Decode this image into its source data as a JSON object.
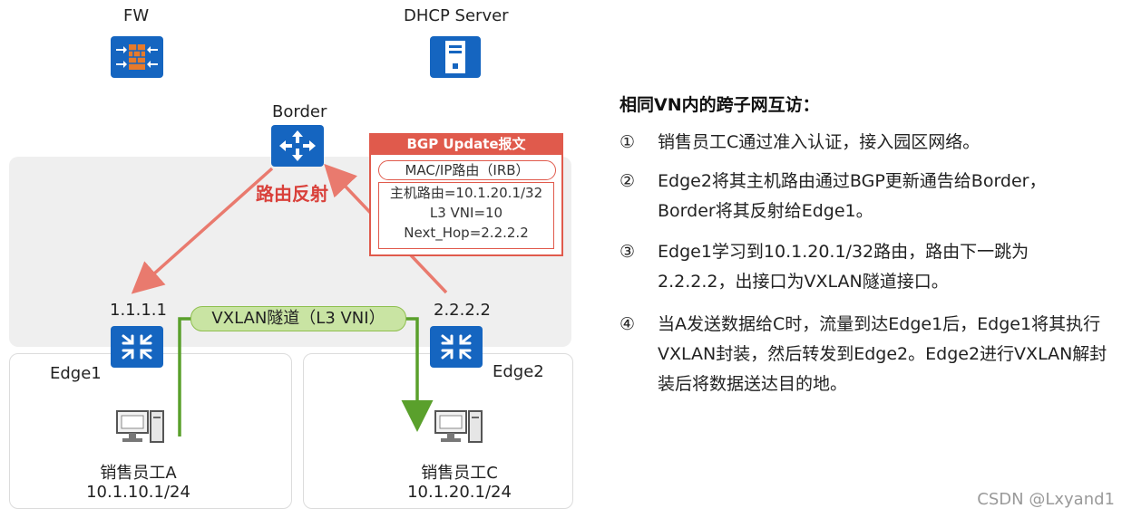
{
  "devices": {
    "fw": {
      "label": "FW",
      "icon": "firewall-icon"
    },
    "dhcp": {
      "label": "DHCP Server",
      "icon": "server-icon"
    },
    "border": {
      "label": "Border",
      "icon": "router-icon"
    },
    "edge1": {
      "label": "Edge1",
      "ip": "1.1.1.1",
      "icon": "switch-icon"
    },
    "edge2": {
      "label": "Edge2",
      "ip": "2.2.2.2",
      "icon": "switch-icon"
    }
  },
  "hosts": {
    "a": {
      "name": "销售员工A",
      "subnet": "10.1.10.1/24",
      "icon": "computer-icon"
    },
    "c": {
      "name": "销售员工C",
      "subnet": "10.1.20.1/24",
      "icon": "computer-icon"
    }
  },
  "bgp_update": {
    "title": "BGP Update报文",
    "route_type": "MAC/IP路由（IRB）",
    "lines": [
      "主机路由=10.1.20.1/32",
      "L3 VNI=10",
      "Next_Hop=2.2.2.2"
    ]
  },
  "route_reflect_label": "路由反射",
  "tunnel_label": "VXLAN隧道（L3 VNI）",
  "explanation": {
    "title": "相同VN内的跨子网互访：",
    "steps": [
      {
        "num": "①",
        "text": "销售员工C通过准入认证，接入园区网络。"
      },
      {
        "num": "②",
        "text": "Edge2将其主机路由通过BGP更新通告给Border，Border将其反射给Edge1。"
      },
      {
        "num": "③",
        "text": "Edge1学习到10.1.20.1/32路由，路由下一跳为2.2.2.2，出接口为VXLAN隧道接口。"
      },
      {
        "num": "④",
        "text": "当A发送数据给C时，流量到达Edge1后，Edge1将其执行VXLAN封装，然后转发到Edge2。Edge2进行VXLAN解封装后将数据送达目的地。"
      }
    ]
  },
  "watermark": "CSDN @Lxyand1",
  "colors": {
    "device_blue": "#1565c0",
    "accent_red": "#e05a4c",
    "tunnel_green": "#5aa02c",
    "zone_gray": "#efefef"
  }
}
